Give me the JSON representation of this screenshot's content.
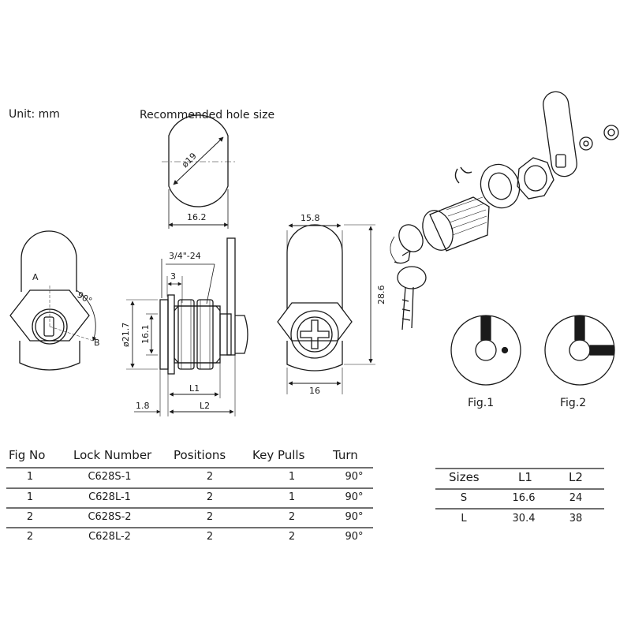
{
  "labels": {
    "unit": "Unit: mm",
    "hole_title": "Recommended hole size",
    "fig1": "Fig.1",
    "fig2": "Fig.2"
  },
  "dimensions": {
    "hole_dia": "ø19",
    "hole_width": "16.2",
    "thread": "3/4\"-24",
    "three": "3",
    "dia_21_7": "ø21.7",
    "dia_16_1": "16.1",
    "flange": "1.8",
    "L1": "L1",
    "L2": "L2",
    "width_15_8": "15.8",
    "height_28_6": "28.6",
    "width_16": "16",
    "angle": "90°",
    "A": "A",
    "B": "B"
  },
  "lock_table": {
    "headers": [
      "Fig No",
      "Lock Number",
      "Positions",
      "Key Pulls",
      "Turn"
    ],
    "rows": [
      [
        "1",
        "C628S-1",
        "2",
        "1",
        "90°"
      ],
      [
        "1",
        "C628L-1",
        "2",
        "1",
        "90°"
      ],
      [
        "2",
        "C628S-2",
        "2",
        "2",
        "90°"
      ],
      [
        "2",
        "C628L-2",
        "2",
        "2",
        "90°"
      ]
    ]
  },
  "size_table": {
    "headers": [
      "Sizes",
      "L1",
      "L2"
    ],
    "rows": [
      [
        "S",
        "16.6",
        "24"
      ],
      [
        "L",
        "30.4",
        "38"
      ]
    ]
  },
  "colors": {
    "ink": "#1a1a1a",
    "background": "#ffffff"
  }
}
